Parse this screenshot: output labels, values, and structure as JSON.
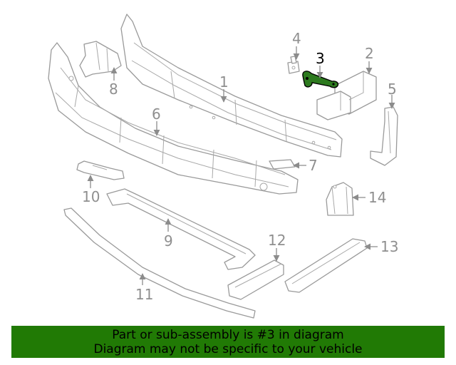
{
  "diagram": {
    "callouts": {
      "c1": "1",
      "c2": "2",
      "c3": "3",
      "c4": "4",
      "c5": "5",
      "c6": "6",
      "c7": "7",
      "c8": "8",
      "c9": "9",
      "c10": "10",
      "c11": "11",
      "c12": "12",
      "c13": "13",
      "c14": "14"
    },
    "highlighted_part": "3",
    "colors": {
      "highlight_fill": "#2d7a1f",
      "line_gray": "#9a9a9a",
      "banner_bg": "#217a05"
    }
  },
  "banner": {
    "line1": "Part or sub-assembly is #3 in diagram",
    "line2": "Diagram may not be specific to your vehicle"
  }
}
